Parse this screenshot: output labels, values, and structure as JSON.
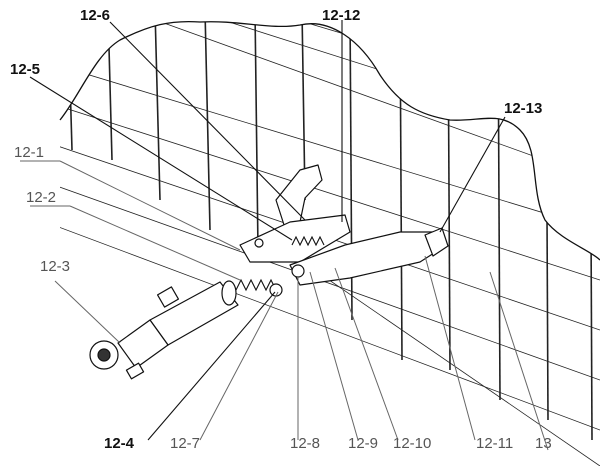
{
  "labels": {
    "l12_6": "12-6",
    "l12_12": "12-12",
    "l12_5": "12-5",
    "l12_13": "12-13",
    "l12_1": "12-1",
    "l12_2": "12-2",
    "l12_3": "12-3",
    "l12_4": "12-4",
    "l12_7": "12-7",
    "l12_8": "12-8",
    "l12_9": "12-9",
    "l12_10": "12-10",
    "l12_11": "12-11",
    "l13": "13"
  }
}
